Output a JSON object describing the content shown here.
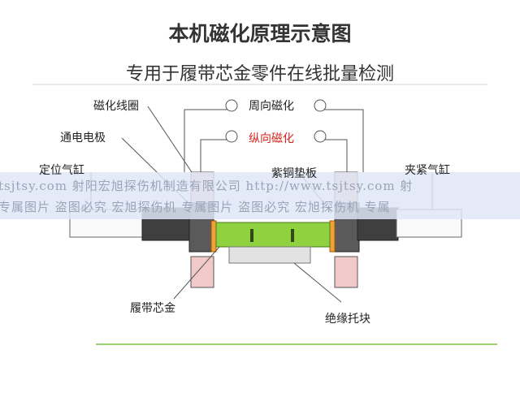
{
  "title": "本机磁化原理示意图",
  "subtitle": "专用于履带芯金零件在线批量检测",
  "labels": {
    "coil": "磁化线圈",
    "electrode": "通电电极",
    "positioning_cylinder": "定位气缸",
    "circumferential": "周向磁化",
    "longitudinal": "纵向磁化",
    "copper_pad": "紫铜垫板",
    "clamp_cylinder": "夹紧气缸",
    "core_part": "履带芯金",
    "insulating_block": "绝缘托块"
  },
  "watermark": {
    "line1": "tsjtsy.com 射阳宏旭探伤机制造有限公司 http://www.tsjtsy.com 射",
    "line2": "专属图片 盗图必究  宏旭探伤机 专属图片 盗图必究  宏旭探伤机 专属"
  },
  "colors": {
    "longitudinal_text": "#d9221c",
    "part_green": "#8fd13f",
    "coil_pink": "#f2c9c9",
    "accent_line": "#7cc242"
  }
}
